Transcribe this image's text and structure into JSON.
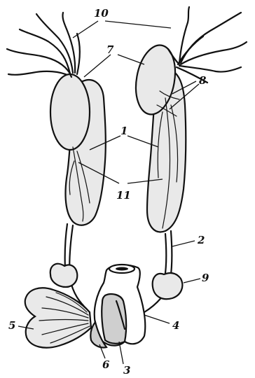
{
  "figure": {
    "labels": [
      {
        "id": "l1",
        "text": "1"
      },
      {
        "id": "l2",
        "text": "2"
      },
      {
        "id": "l3",
        "text": "3"
      },
      {
        "id": "l4",
        "text": "4"
      },
      {
        "id": "l5",
        "text": "5"
      },
      {
        "id": "l6",
        "text": "6"
      },
      {
        "id": "l7",
        "text": "7"
      },
      {
        "id": "l8",
        "text": "8"
      },
      {
        "id": "l9",
        "text": "9"
      },
      {
        "id": "l10",
        "text": "10"
      },
      {
        "id": "l11",
        "text": "11"
      }
    ]
  }
}
